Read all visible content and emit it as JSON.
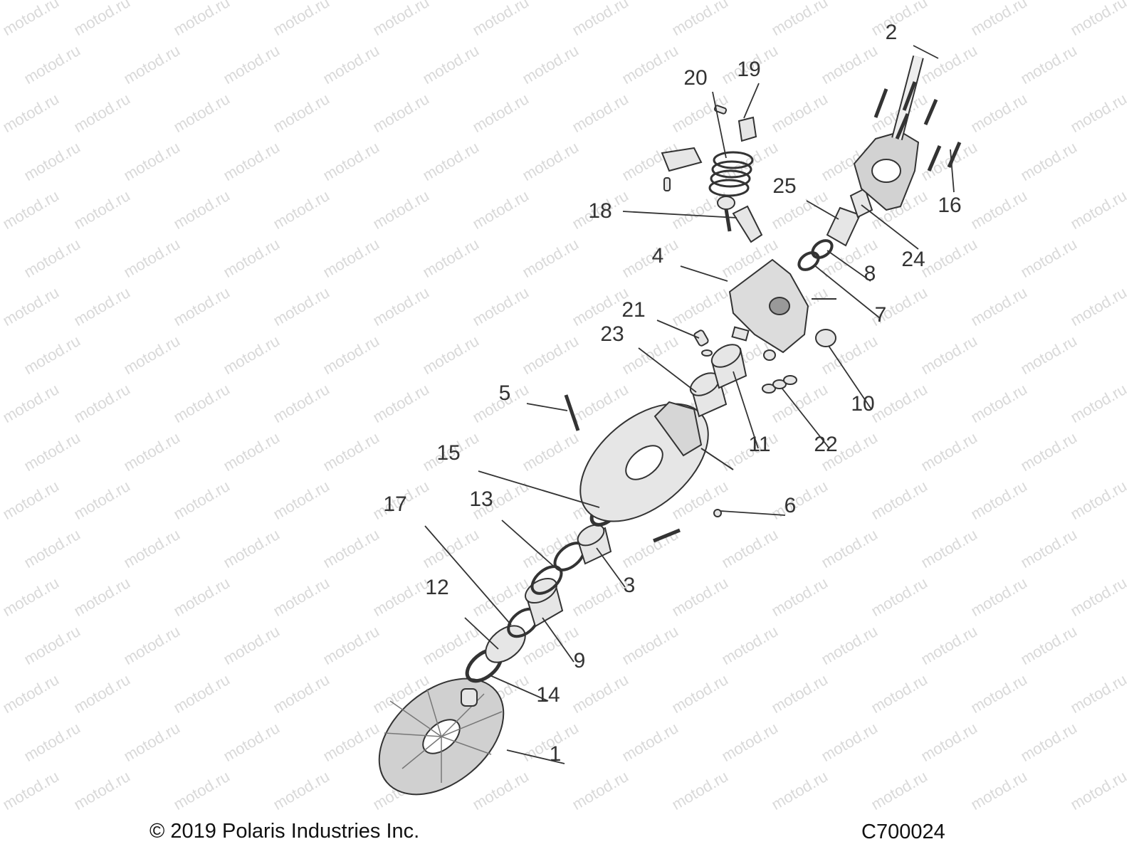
{
  "watermark": "motod.ru",
  "copyright": "© 2019 Polaris Industries Inc.",
  "diagram_code": "C700024",
  "part_numbers": [
    "1",
    "2",
    "3",
    "4",
    "5",
    "6",
    "7",
    "8",
    "9",
    "10",
    "11",
    "12",
    "13",
    "14",
    "15",
    "16",
    "17",
    "18",
    "19",
    "20",
    "21",
    "22",
    "23",
    "24",
    "25"
  ],
  "colors": {
    "line": "#333333",
    "part_fill": "#e6e6e6",
    "part_shade": "#bdbdbd",
    "watermark": "#d9d9d9"
  }
}
